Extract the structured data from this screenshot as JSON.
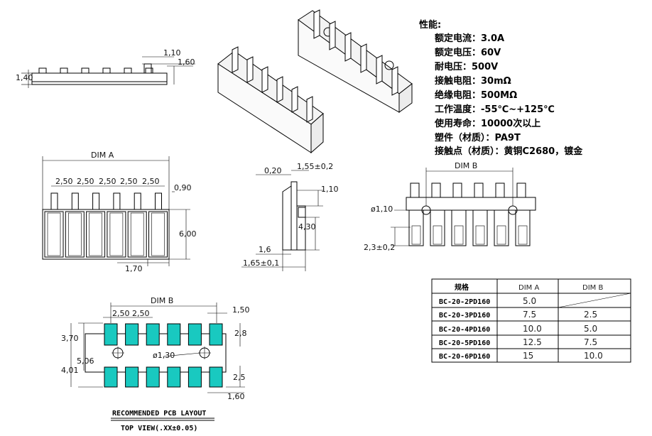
{
  "specs": {
    "heading": "性能:",
    "lines": [
      "额定电流：3.0A",
      "额定电压：60V",
      "耐电压：500V",
      "接触电阻：30mΩ",
      "绝缘电阻：500MΩ",
      "工作温度：-55℃~+125℃",
      "使用寿命：10000次以上",
      "塑件（材质）：PA9T",
      "接触点（材质）：黄铜C2680，镀金"
    ]
  },
  "side_view": {
    "dims": [
      "1,10",
      "1,60",
      "1,40"
    ]
  },
  "front_view": {
    "title": "DIM A",
    "pitch_labels": [
      "2,50",
      "2,50",
      "2,50",
      "2,50",
      "2,50"
    ],
    "dims": [
      "0,90",
      "6,00",
      "1,70"
    ]
  },
  "section_view": {
    "dims": [
      "0,20",
      "1,55±0,2",
      "1,10",
      "4,30",
      "1,6",
      "1,65±0,1"
    ]
  },
  "rear_view": {
    "title": "DIM B",
    "dims": [
      "ø1,10",
      "2,3±0,2"
    ]
  },
  "pcb_layout": {
    "title": "DIM B",
    "pitch_labels": [
      "2,50",
      "2,50"
    ],
    "dims": [
      "1,50",
      "3,70",
      "2,8",
      "5,06",
      "ø1,30",
      "4,01",
      "2,5",
      "1,60"
    ],
    "caption": "RECOMMENDED PCB LAYOUT",
    "subcaption": "TOP VIEW(.XX±0.05)"
  },
  "table": {
    "headers": [
      "规格",
      "DIM A",
      "DIM B"
    ],
    "rows": [
      {
        "part": "BC-20-2PD160",
        "dim_a": "5.0",
        "dim_b": ""
      },
      {
        "part": "BC-20-3PD160",
        "dim_a": "7.5",
        "dim_b": "2.5"
      },
      {
        "part": "BC-20-4PD160",
        "dim_a": "10.0",
        "dim_b": "5.0"
      },
      {
        "part": "BC-20-5PD160",
        "dim_a": "12.5",
        "dim_b": "7.5"
      },
      {
        "part": "BC-20-6PD160",
        "dim_a": "15",
        "dim_b": "10.0"
      }
    ]
  },
  "colors": {
    "pad": "#19c9c0",
    "line": "#000000"
  }
}
